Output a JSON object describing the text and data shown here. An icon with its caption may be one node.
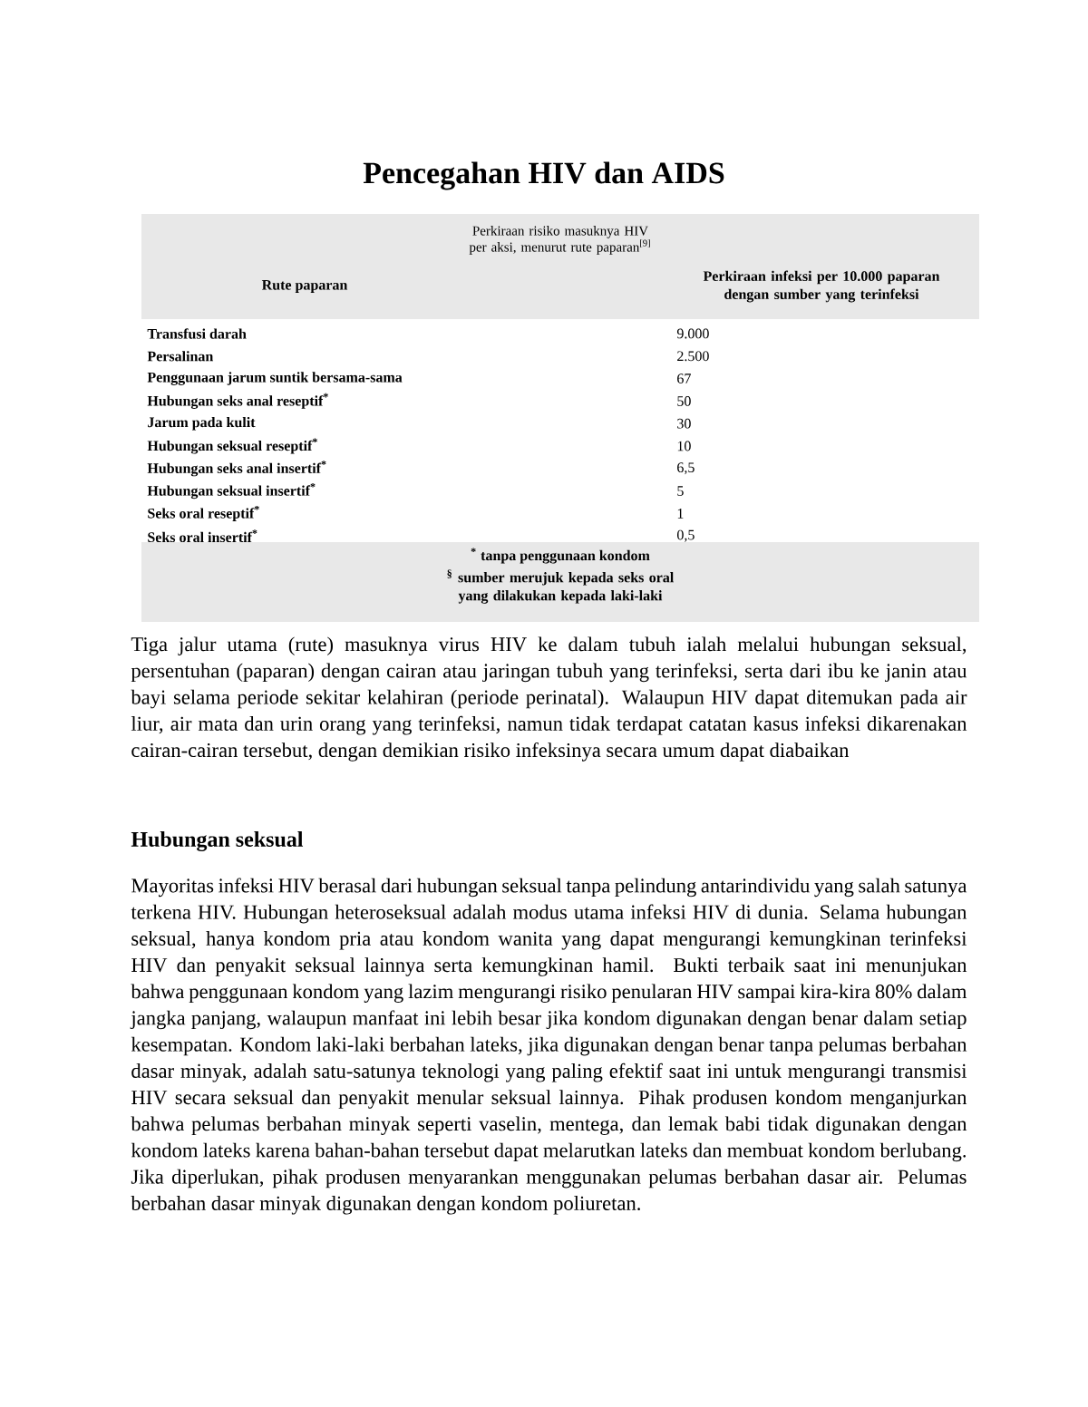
{
  "diagram": {
    "title": "Pencegahan HIV dan AIDS",
    "labels": [
      "Perkiraan risiko masuknya HIV per aksi, menurut rute paparan$^{[9]}$",
      "Rute paparan",
      "Perkiraan infeksi per 10.000 paparan dengan sumber yang terinfeksi",
      "Transfusi darah",
      "9.000",
      "Persalinan",
      "2.500",
      "Penggunaan jarum suntik bersama-sama",
      "67",
      "Hubungan seks anal reseptif$^{*}$",
      "50",
      "Jarum pada kulit",
      "30",
      "Hubungan seksual reseptif$^{*}$",
      "10",
      "Hubungan seks anal insertif$^{*}$",
      "6,5",
      "Hubungan seksual insertif$^{*}$",
      "5",
      "Seks oral reseptif$^{*}$",
      "1",
      "Seks oral insertif$^{*}$",
      "0,5",
      "$^{*}$ tanpa penggunaan kondom",
      "$^{§}$ sumber merujuk kepada seks oral yang dilakukan kepada laki-laki",
      "Tiga jalur utama (rute) masuknya virus HIV ke dalam tubuh ialah melalui hubungan seksual, persentuhan (paparan) dengan cairan atau jaringan tubuh yang terinfeksi, serta dari ibu ke janin atau bayi selama periode sekitar kelahiran (periode perinatal). Walaupun HIV dapat ditemukan pada air liur, air mata dan urin orang yang terinfeksi, namun tidak terdapat catatan kasus infeksi dikarenakan cairan-cairan tersebut, dengan demikian risiko infeksinya secara umum dapat diabaikan",
      "Hubungan seksual",
      "Mayoritas infeksi HIV berasal dari hubungan seksual tanpa pelindung antarindividu yang salah satunya terkena HIV. Hubungan heteroseksual adalah modus utama infeksi HIV di dunia. Selama hubungan seksual, hanya kondom pria atau kondom wanita yang dapat mengurangi kemungkinan terinfeksi HIV dan penyakit seksual lainnya serta kemungkinan hamil. Bukti terbaik saat ini menunjukan bahwa penggunaan kondom yang lazim mengurangi risiko penularan HIV sampai kira-kira 80% dalam jangka panjang, walaupun manfaat ini lebih besar jika kondom digunakan dengan benar dalam setiap kesempatan. Kondom laki-laki berbahan lateks, jika digunakan dengan benar tanpa pelumas berbahan dasar minyak, adalah satu-satunya teknologi yang paling efektif saat ini untuk mengurangi transmisi HIV secara seksual dan penyakit menular seksual lainnya. Pihak produsen kondom menganjurkan bahwa pelumas berbahan minyak seperti vaselin, mentega, dan lemak babi tidak digunakan dengan kondom lateks karena bahan-bahan tersebut dapat melarutkan lateks dan membuat kondom berlubang. Jika diperlukan, pihak produsen menyarankan menggunakan pelumas berbahan dasar air. Pelumas berbahan dasar minyak digunakan dengan kondom poliuretan."
    ]
  }
}
